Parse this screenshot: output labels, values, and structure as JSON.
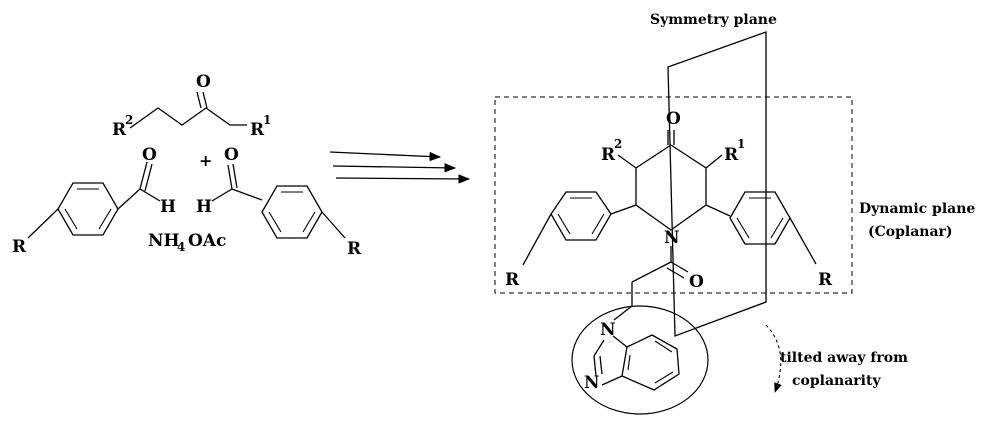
{
  "atoms": {
    "r2_top": "R",
    "r2_top_sup": "2",
    "o_ketone": "O",
    "r1_top": "R",
    "r1_top_sup": "1",
    "o_ald_left": "O",
    "plus": "+",
    "o_ald_right": "O",
    "h_left": "H",
    "h_right": "H",
    "r_left_ring": "R",
    "r_right_ring": "R",
    "reagent_nh": "NH",
    "reagent_sub": "4",
    "reagent_oac": "OAc",
    "prod_o_top": "O",
    "prod_r2": "R",
    "prod_r2_sup": "2",
    "prod_r1": "R",
    "prod_r1_sup": "1",
    "prod_n": "N",
    "prod_r_left": "R",
    "prod_o_amide": "O",
    "prod_r_right": "R",
    "benz_n1": "N",
    "benz_n3": "N"
  },
  "labels": {
    "symmetry_plane": "Symmetry plane",
    "dynamic_plane_line1": "Dynamic plane",
    "dynamic_plane_line2": "(Coplanar)",
    "tilted_line1": "tilted away from",
    "tilted_line2": "coplanarity"
  }
}
